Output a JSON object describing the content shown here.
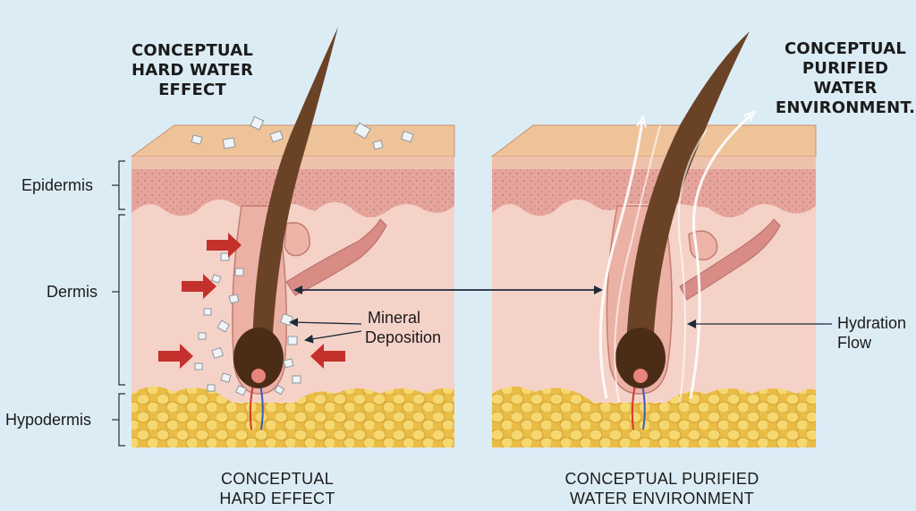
{
  "colors": {
    "background": "#dcecf5",
    "skin_surface": "#efc39a",
    "epidermis": "#e8a7a0",
    "dermis": "#f5d2c8",
    "hypodermis_fat": "#f2cf5f",
    "hair_shaft": "#6a4226",
    "hair_bulb": "#4b2d17",
    "pressure_arrow": "#c4302b",
    "pointer_line": "#1d2a3a",
    "mineral_crystal": "#f1f4f6",
    "hydration_stream": "#ffffff"
  },
  "left_panel": {
    "title_line1": "CONCEPTUAL",
    "title_line2": "HARD WATER EFFECT",
    "caption_line1": "CONCEPTUAL",
    "caption_line2": "HARD  EFFECT",
    "annotation_line1": "Mineral",
    "annotation_line2": "Deposition"
  },
  "right_panel": {
    "title_line1": "CONCEPTUAL",
    "title_line2": "PURIFIED WATER",
    "title_line3": "ENVIRONMENT.",
    "caption_line1": "CONCEPTUAL PURIFIED",
    "caption_line2": "WATER ENVIRONMENT",
    "annotation_line1": "Hydration",
    "annotation_line2": "Flow"
  },
  "layers": {
    "epidermis": "Epidermis",
    "dermis": "Dermis",
    "hypodermis": "Hypodermis"
  }
}
